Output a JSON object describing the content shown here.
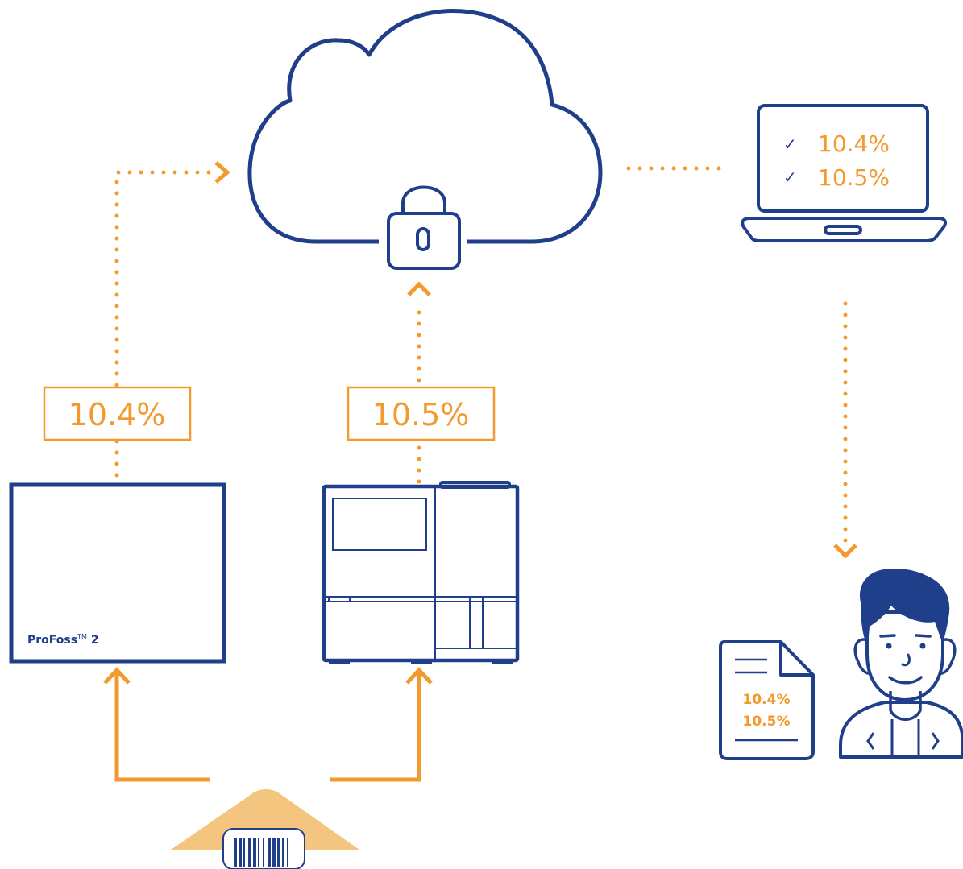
{
  "colors": {
    "navy": "#1f3f8a",
    "orange": "#f29a2e",
    "sand": "#f3c57e"
  },
  "instrument_a": {
    "reading": "10.4%",
    "brand": "ProFoss",
    "brand_tm": "TM",
    "brand_model": "2"
  },
  "instrument_b": {
    "reading": "10.5%"
  },
  "laptop": {
    "rows": [
      {
        "check": "✓",
        "value": "10.4%"
      },
      {
        "check": "✓",
        "value": "10.5%"
      }
    ]
  },
  "report": {
    "values": [
      "10.4%",
      "10.5%"
    ]
  },
  "icons": [
    "cloud-icon",
    "padlock-icon",
    "laptop-icon",
    "document-icon",
    "person-icon",
    "barcode-icon"
  ]
}
